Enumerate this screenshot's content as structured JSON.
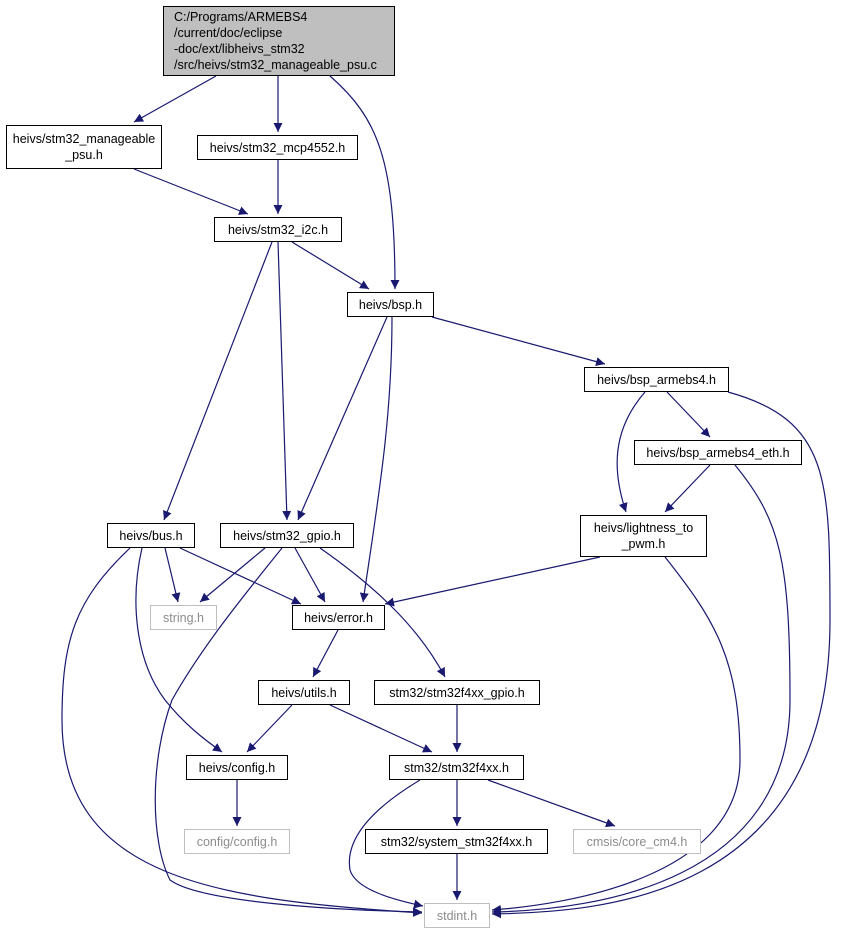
{
  "colors": {
    "edge": "#191970",
    "root_fill": "#bfbfbf",
    "external_border": "#bfbfbf"
  },
  "nodes": [
    {
      "id": "root",
      "lines": [
        "C:/Programs/ARMEBS4",
        "/current/doc/eclipse",
        "-doc/ext/libheivs_stm32",
        "/src/heivs/stm32_manageable_psu.c"
      ],
      "kind": "root"
    },
    {
      "id": "manageable_psu_h",
      "lines": [
        "heivs/stm32_manageable",
        "_psu.h"
      ],
      "kind": "normal"
    },
    {
      "id": "mcp4552_h",
      "lines": [
        "heivs/stm32_mcp4552.h"
      ],
      "kind": "normal"
    },
    {
      "id": "i2c_h",
      "lines": [
        "heivs/stm32_i2c.h"
      ],
      "kind": "normal"
    },
    {
      "id": "bsp_h",
      "lines": [
        "heivs/bsp.h"
      ],
      "kind": "normal"
    },
    {
      "id": "bsp_armebs4_h",
      "lines": [
        "heivs/bsp_armebs4.h"
      ],
      "kind": "normal"
    },
    {
      "id": "bsp_armebs4_eth_h",
      "lines": [
        "heivs/bsp_armebs4_eth.h"
      ],
      "kind": "normal"
    },
    {
      "id": "bus_h",
      "lines": [
        "heivs/bus.h"
      ],
      "kind": "normal"
    },
    {
      "id": "gpio_h",
      "lines": [
        "heivs/stm32_gpio.h"
      ],
      "kind": "normal"
    },
    {
      "id": "lightness_h",
      "lines": [
        "heivs/lightness_to",
        "_pwm.h"
      ],
      "kind": "normal"
    },
    {
      "id": "string_h",
      "lines": [
        "string.h"
      ],
      "kind": "external"
    },
    {
      "id": "error_h",
      "lines": [
        "heivs/error.h"
      ],
      "kind": "normal"
    },
    {
      "id": "utils_h",
      "lines": [
        "heivs/utils.h"
      ],
      "kind": "normal"
    },
    {
      "id": "f4xx_gpio_h",
      "lines": [
        "stm32/stm32f4xx_gpio.h"
      ],
      "kind": "normal"
    },
    {
      "id": "config_h",
      "lines": [
        "heivs/config.h"
      ],
      "kind": "normal"
    },
    {
      "id": "f4xx_h",
      "lines": [
        "stm32/stm32f4xx.h"
      ],
      "kind": "normal"
    },
    {
      "id": "config_config_h",
      "lines": [
        "config/config.h"
      ],
      "kind": "external"
    },
    {
      "id": "system_f4xx_h",
      "lines": [
        "stm32/system_stm32f4xx.h"
      ],
      "kind": "normal"
    },
    {
      "id": "core_cm4_h",
      "lines": [
        "cmsis/core_cm4.h"
      ],
      "kind": "external"
    },
    {
      "id": "stdint_h",
      "lines": [
        "stdint.h"
      ],
      "kind": "external"
    }
  ],
  "edges": [
    [
      "root",
      "manageable_psu_h"
    ],
    [
      "root",
      "mcp4552_h"
    ],
    [
      "root",
      "bsp_h"
    ],
    [
      "manageable_psu_h",
      "i2c_h"
    ],
    [
      "mcp4552_h",
      "i2c_h"
    ],
    [
      "i2c_h",
      "bsp_h"
    ],
    [
      "i2c_h",
      "bus_h"
    ],
    [
      "i2c_h",
      "gpio_h"
    ],
    [
      "bsp_h",
      "bsp_armebs4_h"
    ],
    [
      "bsp_h",
      "gpio_h"
    ],
    [
      "bsp_h",
      "error_h"
    ],
    [
      "bsp_armebs4_h",
      "bsp_armebs4_eth_h"
    ],
    [
      "bsp_armebs4_h",
      "lightness_h"
    ],
    [
      "bsp_armebs4_h",
      "stdint_h"
    ],
    [
      "bsp_armebs4_eth_h",
      "lightness_h"
    ],
    [
      "bsp_armebs4_eth_h",
      "stdint_h"
    ],
    [
      "lightness_h",
      "error_h"
    ],
    [
      "lightness_h",
      "stdint_h"
    ],
    [
      "bus_h",
      "string_h"
    ],
    [
      "bus_h",
      "error_h"
    ],
    [
      "bus_h",
      "config_h"
    ],
    [
      "bus_h",
      "stdint_h"
    ],
    [
      "gpio_h",
      "string_h"
    ],
    [
      "gpio_h",
      "error_h"
    ],
    [
      "gpio_h",
      "f4xx_gpio_h"
    ],
    [
      "gpio_h",
      "stdint_h"
    ],
    [
      "error_h",
      "utils_h"
    ],
    [
      "utils_h",
      "config_h"
    ],
    [
      "utils_h",
      "f4xx_h"
    ],
    [
      "f4xx_gpio_h",
      "f4xx_h"
    ],
    [
      "config_h",
      "config_config_h"
    ],
    [
      "f4xx_h",
      "system_f4xx_h"
    ],
    [
      "f4xx_h",
      "core_cm4_h"
    ],
    [
      "f4xx_h",
      "stdint_h"
    ],
    [
      "system_f4xx_h",
      "stdint_h"
    ]
  ]
}
